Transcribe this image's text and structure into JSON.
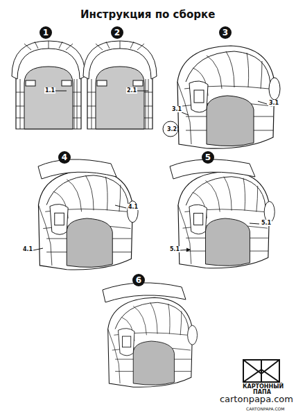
{
  "diagram": {
    "title": "Инструкция по сборке",
    "nodes": [
      {
        "text": [
          "1"
        ]
      },
      {
        "text": [
          "2"
        ]
      },
      {
        "text": [
          "3"
        ]
      },
      {
        "text": [
          "4"
        ]
      },
      {
        "text": [
          "5"
        ]
      },
      {
        "text": [
          "6"
        ]
      }
    ],
    "labels": [
      "1.1",
      "2.1",
      "3.1",
      "3.1",
      "3.2",
      "4.1",
      "4.1",
      "5.1",
      "5.1",
      "КАРТОННЫЙ ПАПА",
      "cartonpapa.com",
      "CARTONPAPA.COM"
    ]
  }
}
